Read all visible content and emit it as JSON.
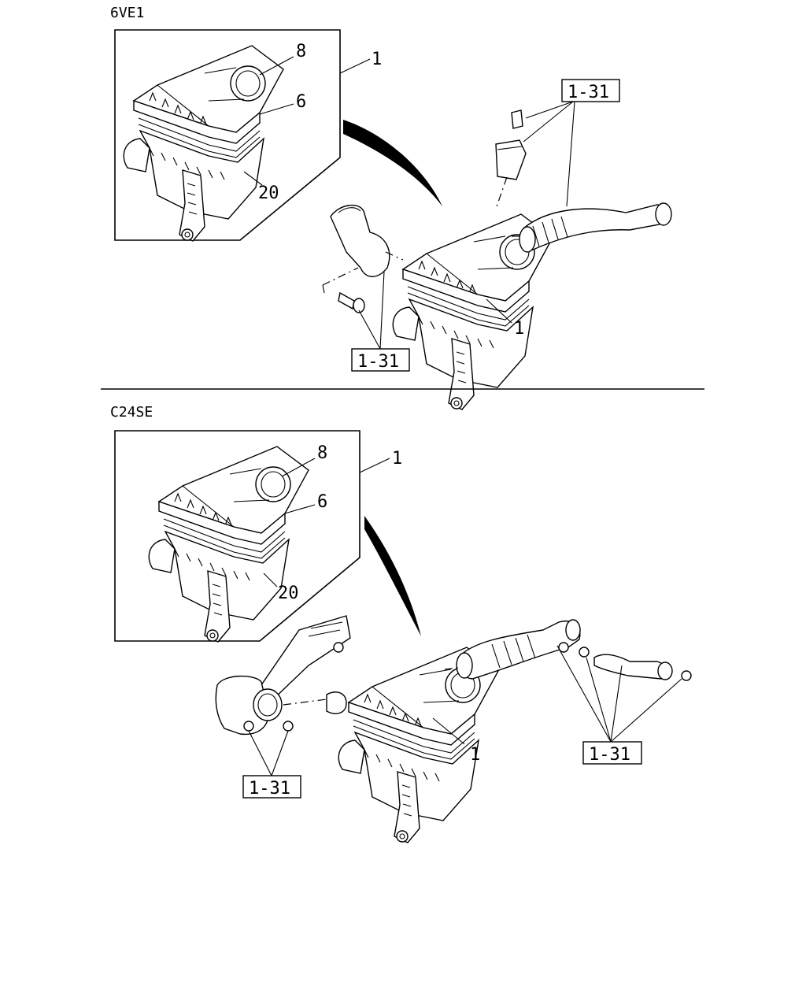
{
  "sections": [
    {
      "engine": "6VE1",
      "callouts": {
        "assy": "1",
        "cover": "8",
        "element": "6",
        "case": "20",
        "assy_main": "1"
      },
      "refs": [
        "1-31",
        "1-31"
      ]
    },
    {
      "engine": "C24SE",
      "callouts": {
        "assy": "1",
        "cover": "8",
        "element": "6",
        "case": "20",
        "assy_main": "1"
      },
      "refs": [
        "1-31",
        "1-31"
      ]
    }
  ]
}
